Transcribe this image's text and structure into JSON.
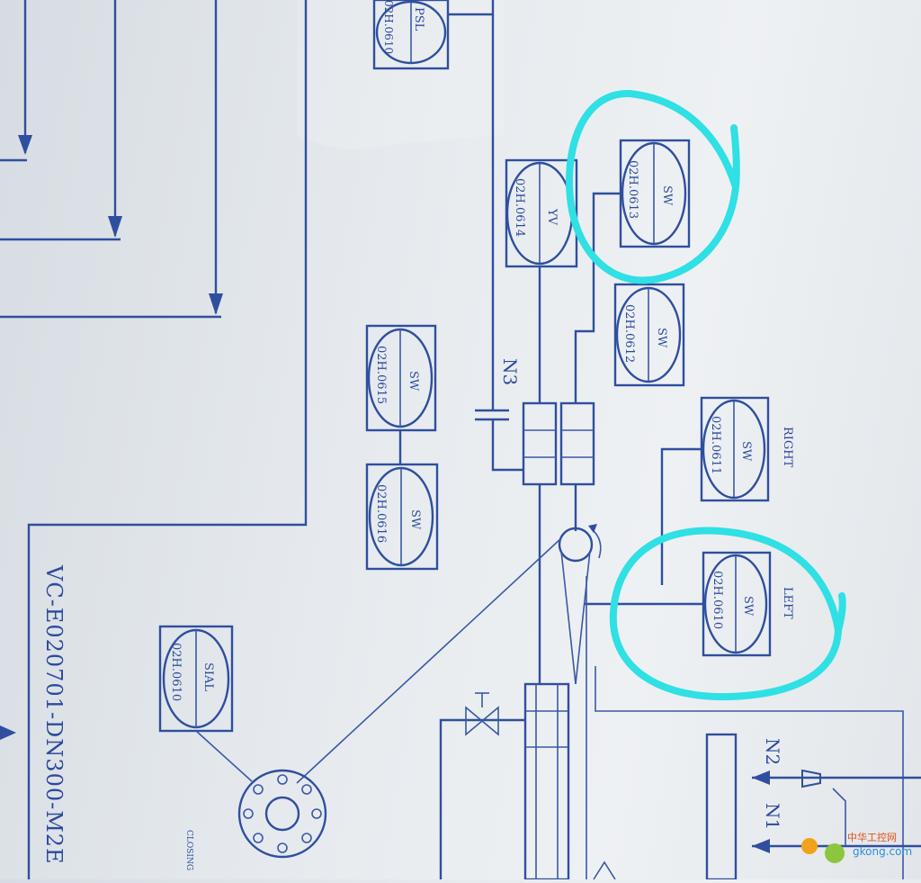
{
  "devices": [
    {
      "id": "psl",
      "tag": "PSL",
      "code": "02H.0610"
    },
    {
      "id": "sw13",
      "tag": "SW",
      "code": "02H.0613"
    },
    {
      "id": "yv",
      "tag": "YV",
      "code": "02H.0614"
    },
    {
      "id": "sw12",
      "tag": "SW",
      "code": "02H.0612"
    },
    {
      "id": "sw15",
      "tag": "SW",
      "code": "02H.0615"
    },
    {
      "id": "sw16",
      "tag": "SW",
      "code": "02H.0616"
    },
    {
      "id": "sw11",
      "tag": "SW",
      "code": "02H.0611"
    },
    {
      "id": "sw10",
      "tag": "SW",
      "code": "02H.0610"
    },
    {
      "id": "sial",
      "tag": "SIAL",
      "code": "02H.0610"
    }
  ],
  "labels": {
    "right": "RIGHT",
    "left": "LEFT",
    "n3": "N3",
    "n2": "N2",
    "n1": "N1",
    "drawing_number": "VC-E020701-DN300-M2E",
    "closing": "CLOSING"
  },
  "watermark": {
    "site": "gkong.com",
    "cn": "中华工控网"
  },
  "colors": {
    "ink": "#2f4f9e",
    "highlight": "#2fe0e4",
    "paper": "#e6eaee"
  }
}
